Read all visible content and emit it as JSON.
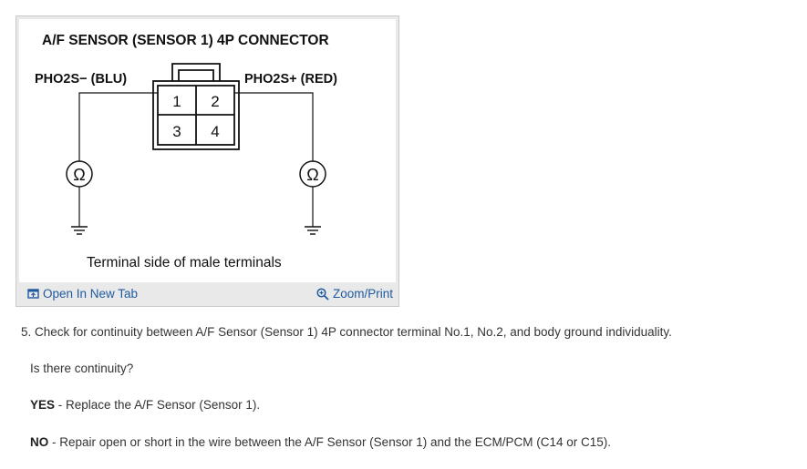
{
  "figure": {
    "title": "A/F SENSOR (SENSOR 1) 4P CONNECTOR",
    "left_label": "PHO2S− (BLU)",
    "right_label": "PHO2S+ (RED)",
    "terminals": [
      "1",
      "2",
      "3",
      "4"
    ],
    "ohm_symbol": "Ω",
    "caption": "Terminal side of male terminals",
    "open_tab_label": "Open In New Tab",
    "zoom_label": "Zoom/Print"
  },
  "steps": {
    "step5": "5. Check for continuity between A/F Sensor (Sensor 1) 4P connector terminal No.1, No.2, and body ground individuality.",
    "question": "Is there continuity?",
    "yes_label": "YES",
    "yes_text": " - Replace the A/F Sensor (Sensor 1).",
    "no_label": "NO",
    "no_text": " - Repair open or short in the wire between the A/F Sensor (Sensor 1) and the ECM/PCM (C14 or C15)."
  },
  "colors": {
    "link": "#1f5aa0",
    "frame": "#e9e9e9"
  },
  "icons": [
    "open-in-new-tab-icon",
    "zoom-icon",
    "ohmmeter-icon",
    "ground-icon"
  ]
}
